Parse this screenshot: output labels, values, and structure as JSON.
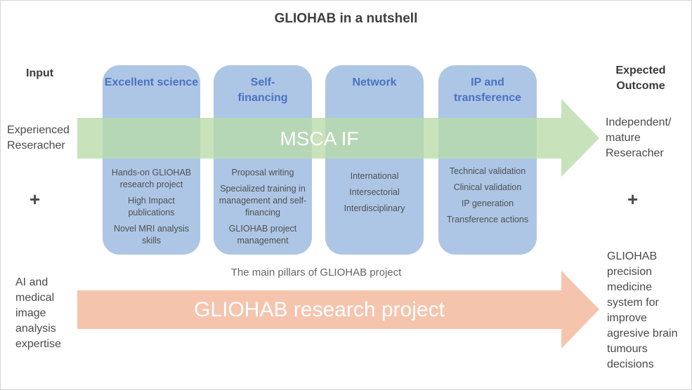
{
  "title": "GLIOHAB in a nutshell",
  "input": {
    "heading": "Input",
    "top": "Experienced Reseracher",
    "plus": "+",
    "bottom": "AI and medical image analysis expertise"
  },
  "outcome": {
    "heading": "Expected Outcome",
    "top": "Independent/ mature Reseracher",
    "plus": "+",
    "bottom": "GLIOHAB precision medicine system for improve agresive brain tumours decisions"
  },
  "pillars": [
    {
      "title": "Excellent science",
      "items": [
        "Hands-on GLIOHAB research project",
        "High Impact publications",
        "Novel MRI analysis skills"
      ]
    },
    {
      "title": "Self-financing",
      "items": [
        "Proposal writing",
        "Specialized training in management and self-financing",
        "GLIOHAB project management"
      ]
    },
    {
      "title": "Network",
      "items": [
        "International",
        "Intersectorial",
        "Interdisciplinary"
      ]
    },
    {
      "title": "IP and transference",
      "items": [
        "Technical validation",
        "Clinical validation",
        "IP generation",
        "Transference actions"
      ]
    }
  ],
  "arrows": {
    "msca": {
      "label": "MSCA IF",
      "color": "#b9dba8"
    },
    "research": {
      "label": "GLIOHAB research project",
      "color": "#f5c4ad"
    }
  },
  "caption": "The main pillars of GLIOHAB project",
  "colors": {
    "pillar": "#adc6e6",
    "pillar_title": "#4a72c0"
  }
}
